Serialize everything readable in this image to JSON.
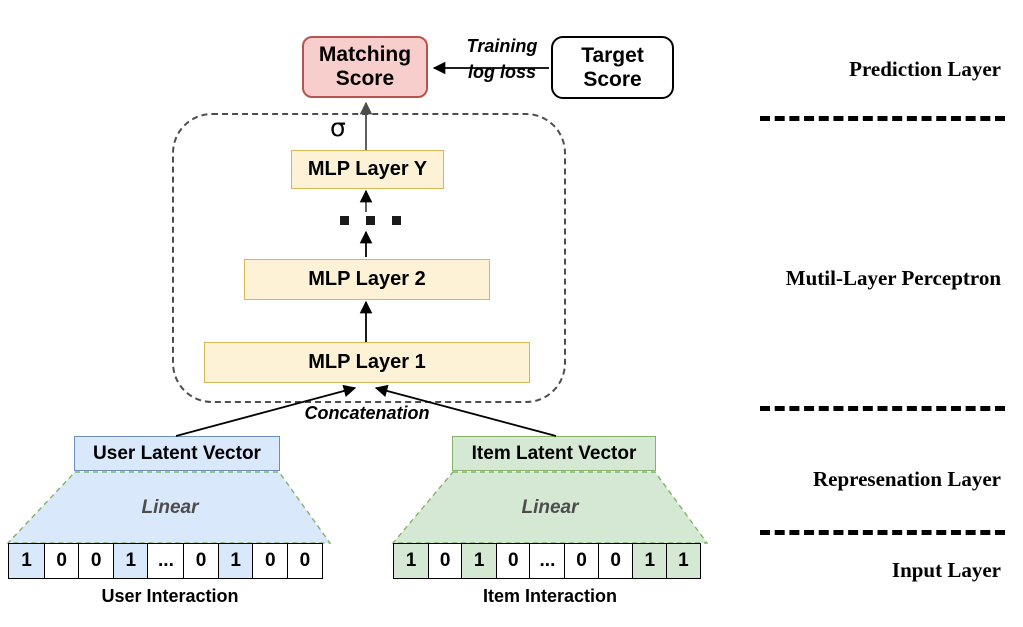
{
  "diagram": {
    "title_nodes": {
      "matching_score": "Matching\nScore",
      "target_score": "Target\nScore"
    },
    "loss_annotation": "Training\nlog loss",
    "activation_symbol": "σ",
    "concatenation_label": "Concatenation",
    "mlp_layers": [
      {
        "label": "MLP Layer 1"
      },
      {
        "label": "MLP Layer 2"
      },
      {
        "label": "MLP Layer Y"
      }
    ],
    "ellipsis_dots": 3,
    "representation": {
      "user": {
        "latent_label": "User Latent Vector",
        "transform_label": "Linear",
        "interaction_caption": "User Interaction",
        "interaction_vector": [
          "1",
          "0",
          "0",
          "1",
          "...",
          "0",
          "1",
          "0",
          "0"
        ],
        "highlight_indices": [
          0,
          3,
          6
        ],
        "fill_color": "#dae8fc",
        "stroke_color": "#6c8ebf"
      },
      "item": {
        "latent_label": "Item Latent Vector",
        "transform_label": "Linear",
        "interaction_caption": "Item Interaction",
        "interaction_vector": [
          "1",
          "0",
          "1",
          "0",
          "...",
          "0",
          "0",
          "1",
          "1"
        ],
        "highlight_indices": [
          0,
          2,
          7,
          8
        ],
        "fill_color": "#d5e8d4",
        "stroke_color": "#82b366"
      }
    },
    "layer_labels": [
      {
        "text": "Prediction Layer"
      },
      {
        "text": "Mutil-Layer Perceptron"
      },
      {
        "text": "Represenation Layer"
      },
      {
        "text": "Input Layer"
      }
    ],
    "colors": {
      "matching_fill": "#f8cecc",
      "matching_stroke": "#b85450",
      "mlp_fill": "#fdf2d5",
      "mlp_stroke": "#d6b656",
      "user_fill": "#dae8fc",
      "item_fill": "#d5e8d4",
      "container_stroke": "#4d4d4d"
    }
  }
}
